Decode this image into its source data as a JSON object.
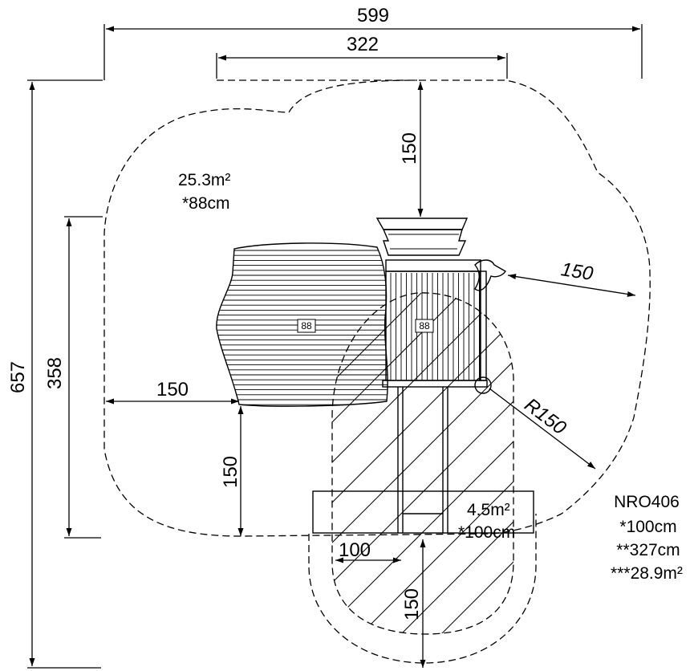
{
  "dimensions": {
    "total_width": "599",
    "inner_width": "322",
    "total_height": "657",
    "inner_height": "358",
    "top_clearance": "150",
    "left_clearance": "150",
    "lower_left_clearance": "150",
    "right_clearance": "150",
    "radius": "R150",
    "slide_exit_width": "100",
    "slide_bottom_clearance": "150"
  },
  "areas": {
    "main_area": "25.3m²",
    "main_height": "*88cm",
    "slide_area": "4.5m²",
    "slide_height": "*100cm"
  },
  "platform_labels": {
    "left_platform": "88",
    "tower": "88"
  },
  "spec": {
    "model": "NRO406",
    "free_fall_height": "*100cm",
    "total_height": "**327cm",
    "total_area": "***28.9m²"
  }
}
